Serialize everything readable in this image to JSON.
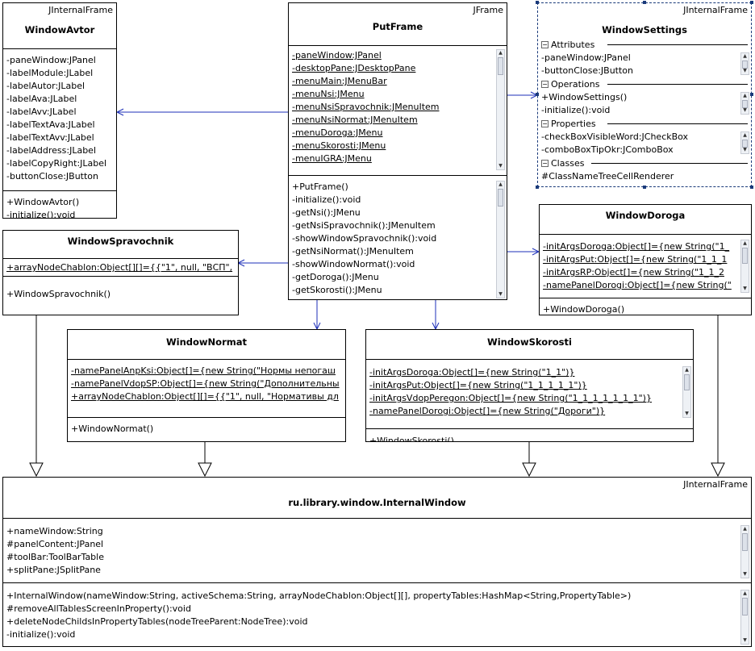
{
  "classes": {
    "window_avtor": {
      "stereotype": "JInternalFrame",
      "name": "WindowAvtor",
      "attributes": [
        "-paneWindow:JPanel",
        "-labelModule:JLabel",
        "-labelAutor:JLabel",
        "-labelAva:JLabel",
        "-labelAvv:JLabel",
        "-labelTextAva:JLabel",
        "-labelTextAvv:JLabel",
        "-labelAddress:JLabel",
        "-labelCopyRight:JLabel",
        "-buttonClose:JButton"
      ],
      "operations": [
        "+WindowAvtor()",
        "-initialize():void"
      ]
    },
    "put_frame": {
      "stereotype": "JFrame",
      "name": "PutFrame",
      "attributes": [
        "-paneWindow:JPanel",
        "-desktopPane:JDesktopPane",
        "-menuMain:JMenuBar",
        "-menuNsi:JMenu",
        "-menuNsiSpravochnik:JMenuItem",
        "-menuNsiNormat:JMenuItem",
        "-menuDoroga:JMenu",
        "-menuSkorosti:JMenu",
        "-menuIGRA:JMenu"
      ],
      "operations": [
        "+PutFrame()",
        "-initialize():void",
        "-getNsi():JMenu",
        "-getNsiSpravochnik():JMenuItem",
        "-showWindowSpravochnik():void",
        "-getNsiNormat():JMenuItem",
        "-showWindowNormat():void",
        "-getDoroga():JMenu",
        "-getSkorosti():JMenu"
      ]
    },
    "window_settings": {
      "stereotype": "JInternalFrame",
      "name": "WindowSettings",
      "sections": [
        {
          "title": "Attributes",
          "items": [
            "-paneWindow:JPanel",
            "-buttonClose:JButton"
          ]
        },
        {
          "title": "Operations",
          "items": [
            "+WindowSettings()",
            "-initialize():void"
          ]
        },
        {
          "title": "Properties",
          "items": [
            "-checkBoxVisibleWord:JCheckBox",
            "-comboBoxTipOkr:JComboBox"
          ]
        },
        {
          "title": "Classes",
          "items": [
            "#ClassNameTreeCellRenderer"
          ]
        }
      ]
    },
    "window_spravochnik": {
      "name": "WindowSpravochnik",
      "attributes": [
        "+arrayNodeChablon:Object[][]={{\"1\", null, \"ВСП\","
      ],
      "operations": [
        "+WindowSpravochnik()"
      ]
    },
    "window_doroga": {
      "name": "WindowDoroga",
      "attributes": [
        "-initArgsDoroga:Object[]={new String(\"1_",
        "-initArgsPut:Object[]={new String(\"1_1_1",
        "-initArgsRP:Object[]={new String(\"1_1_2",
        "-namePanelDorogi:Object[]={new String(\""
      ],
      "operations": [
        "+WindowDoroga()"
      ]
    },
    "window_normat": {
      "name": "WindowNormat",
      "attributes": [
        "-namePanelAnpKsi:Object[]={new String(\"Нормы непогаш",
        "-namePanelVdopSP:Object[]={new String(\"Дополнительны",
        "+arrayNodeChablon:Object[][]={{\"1\", null, \"Нормативы дл"
      ],
      "operations": [
        "+WindowNormat()"
      ]
    },
    "window_skorosti": {
      "name": "WindowSkorosti",
      "attributes": [
        "-initArgsDoroga:Object[]={new String(\"1_1\")}",
        "-initArgsPut:Object[]={new String(\"1_1_1_1_1\")}",
        "-initArgsVdopPeregon:Object[]={new String(\"1_1_1_1_1_1_1\")}",
        "-namePanelDorogi:Object[]={new String(\"Дороги\")}"
      ],
      "operations": [
        "+WindowSkorosti()"
      ]
    },
    "internal_window": {
      "stereotype": "JInternalFrame",
      "name": "ru.library.window.InternalWindow",
      "attributes": [
        "+nameWindow:String",
        "#panelContent:JPanel",
        "#toolBar:ToolBarTable",
        "+splitPane:JSplitPane"
      ],
      "operations": [
        "+InternalWindow(nameWindow:String, activeSchema:String, arrayNodeChablon:Object[][], propertyTables:HashMap<String,PropertyTable>)",
        "#removeAllTablesScreenInProperty():void",
        "+deleteNodeChildsInPropertyTables(nodeTreeParent:NodeTree):void",
        "-initialize():void"
      ]
    }
  },
  "colors": {
    "association": "#1c2fb8",
    "generalization": "#000000",
    "selection": "#1a3a7a"
  }
}
